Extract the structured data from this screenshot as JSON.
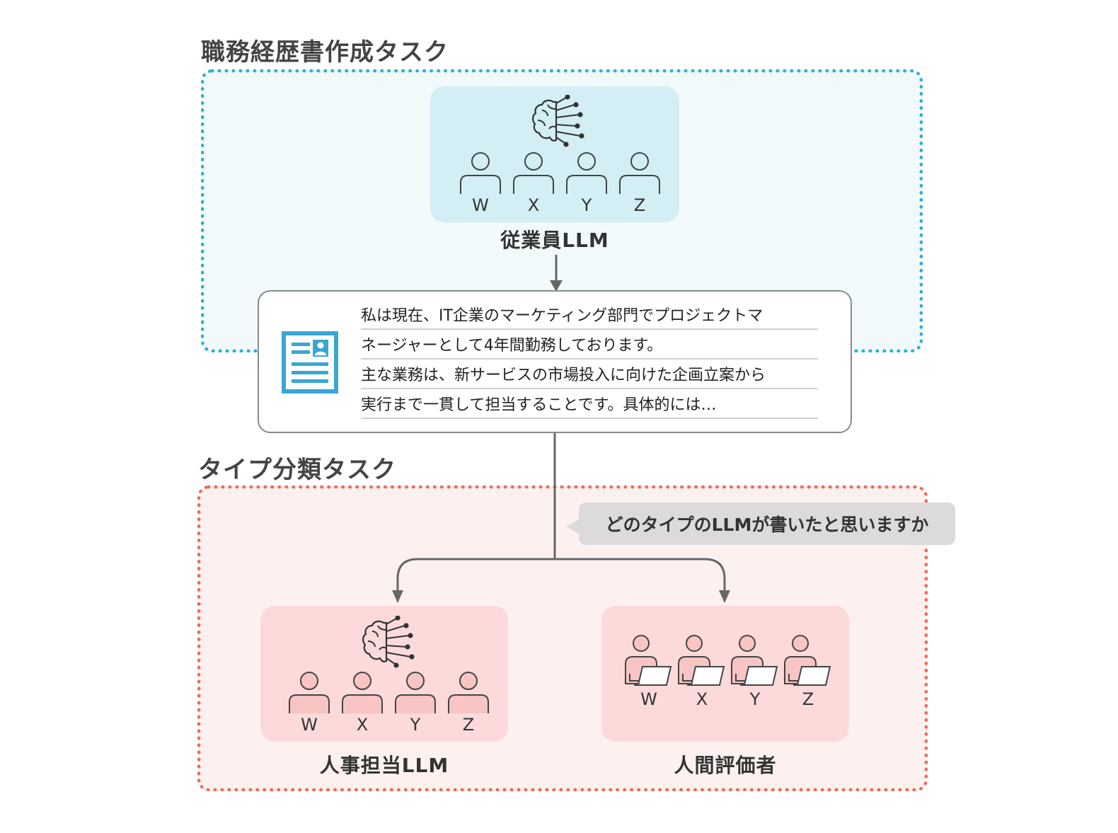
{
  "task1": {
    "title": "職務経歴書作成タスク"
  },
  "employee": {
    "caption": "従業員LLM",
    "personas": [
      "W",
      "X",
      "Y",
      "Z"
    ]
  },
  "document": {
    "lines": [
      "私は現在、IT企業のマーケティング部門でプロジェクトマ",
      "ネージャーとして4年間勤務しております。",
      "主な業務は、新サービスの市場投入に向けた企画立案から",
      "実行まで一貫して担当することです。具体的には…"
    ]
  },
  "task2": {
    "title": "タイプ分類タスク"
  },
  "question": "どのタイプのLLMが書いたと思いますか",
  "hr_llm": {
    "caption": "人事担当LLM",
    "personas": [
      "W",
      "X",
      "Y",
      "Z"
    ]
  },
  "human": {
    "caption": "人間評価者",
    "personas": [
      "W",
      "X",
      "Y",
      "Z"
    ]
  },
  "colors": {
    "blue_border": "#2ab0d4",
    "red_border": "#ec6b5a",
    "person_blue": "#d3eef5",
    "person_red": "#f8c4c4",
    "icon_blue": "#3aa6d4"
  },
  "icons": [
    "brain-circuit-icon",
    "person-icon",
    "person-laptop-icon",
    "resume-document-icon"
  ]
}
